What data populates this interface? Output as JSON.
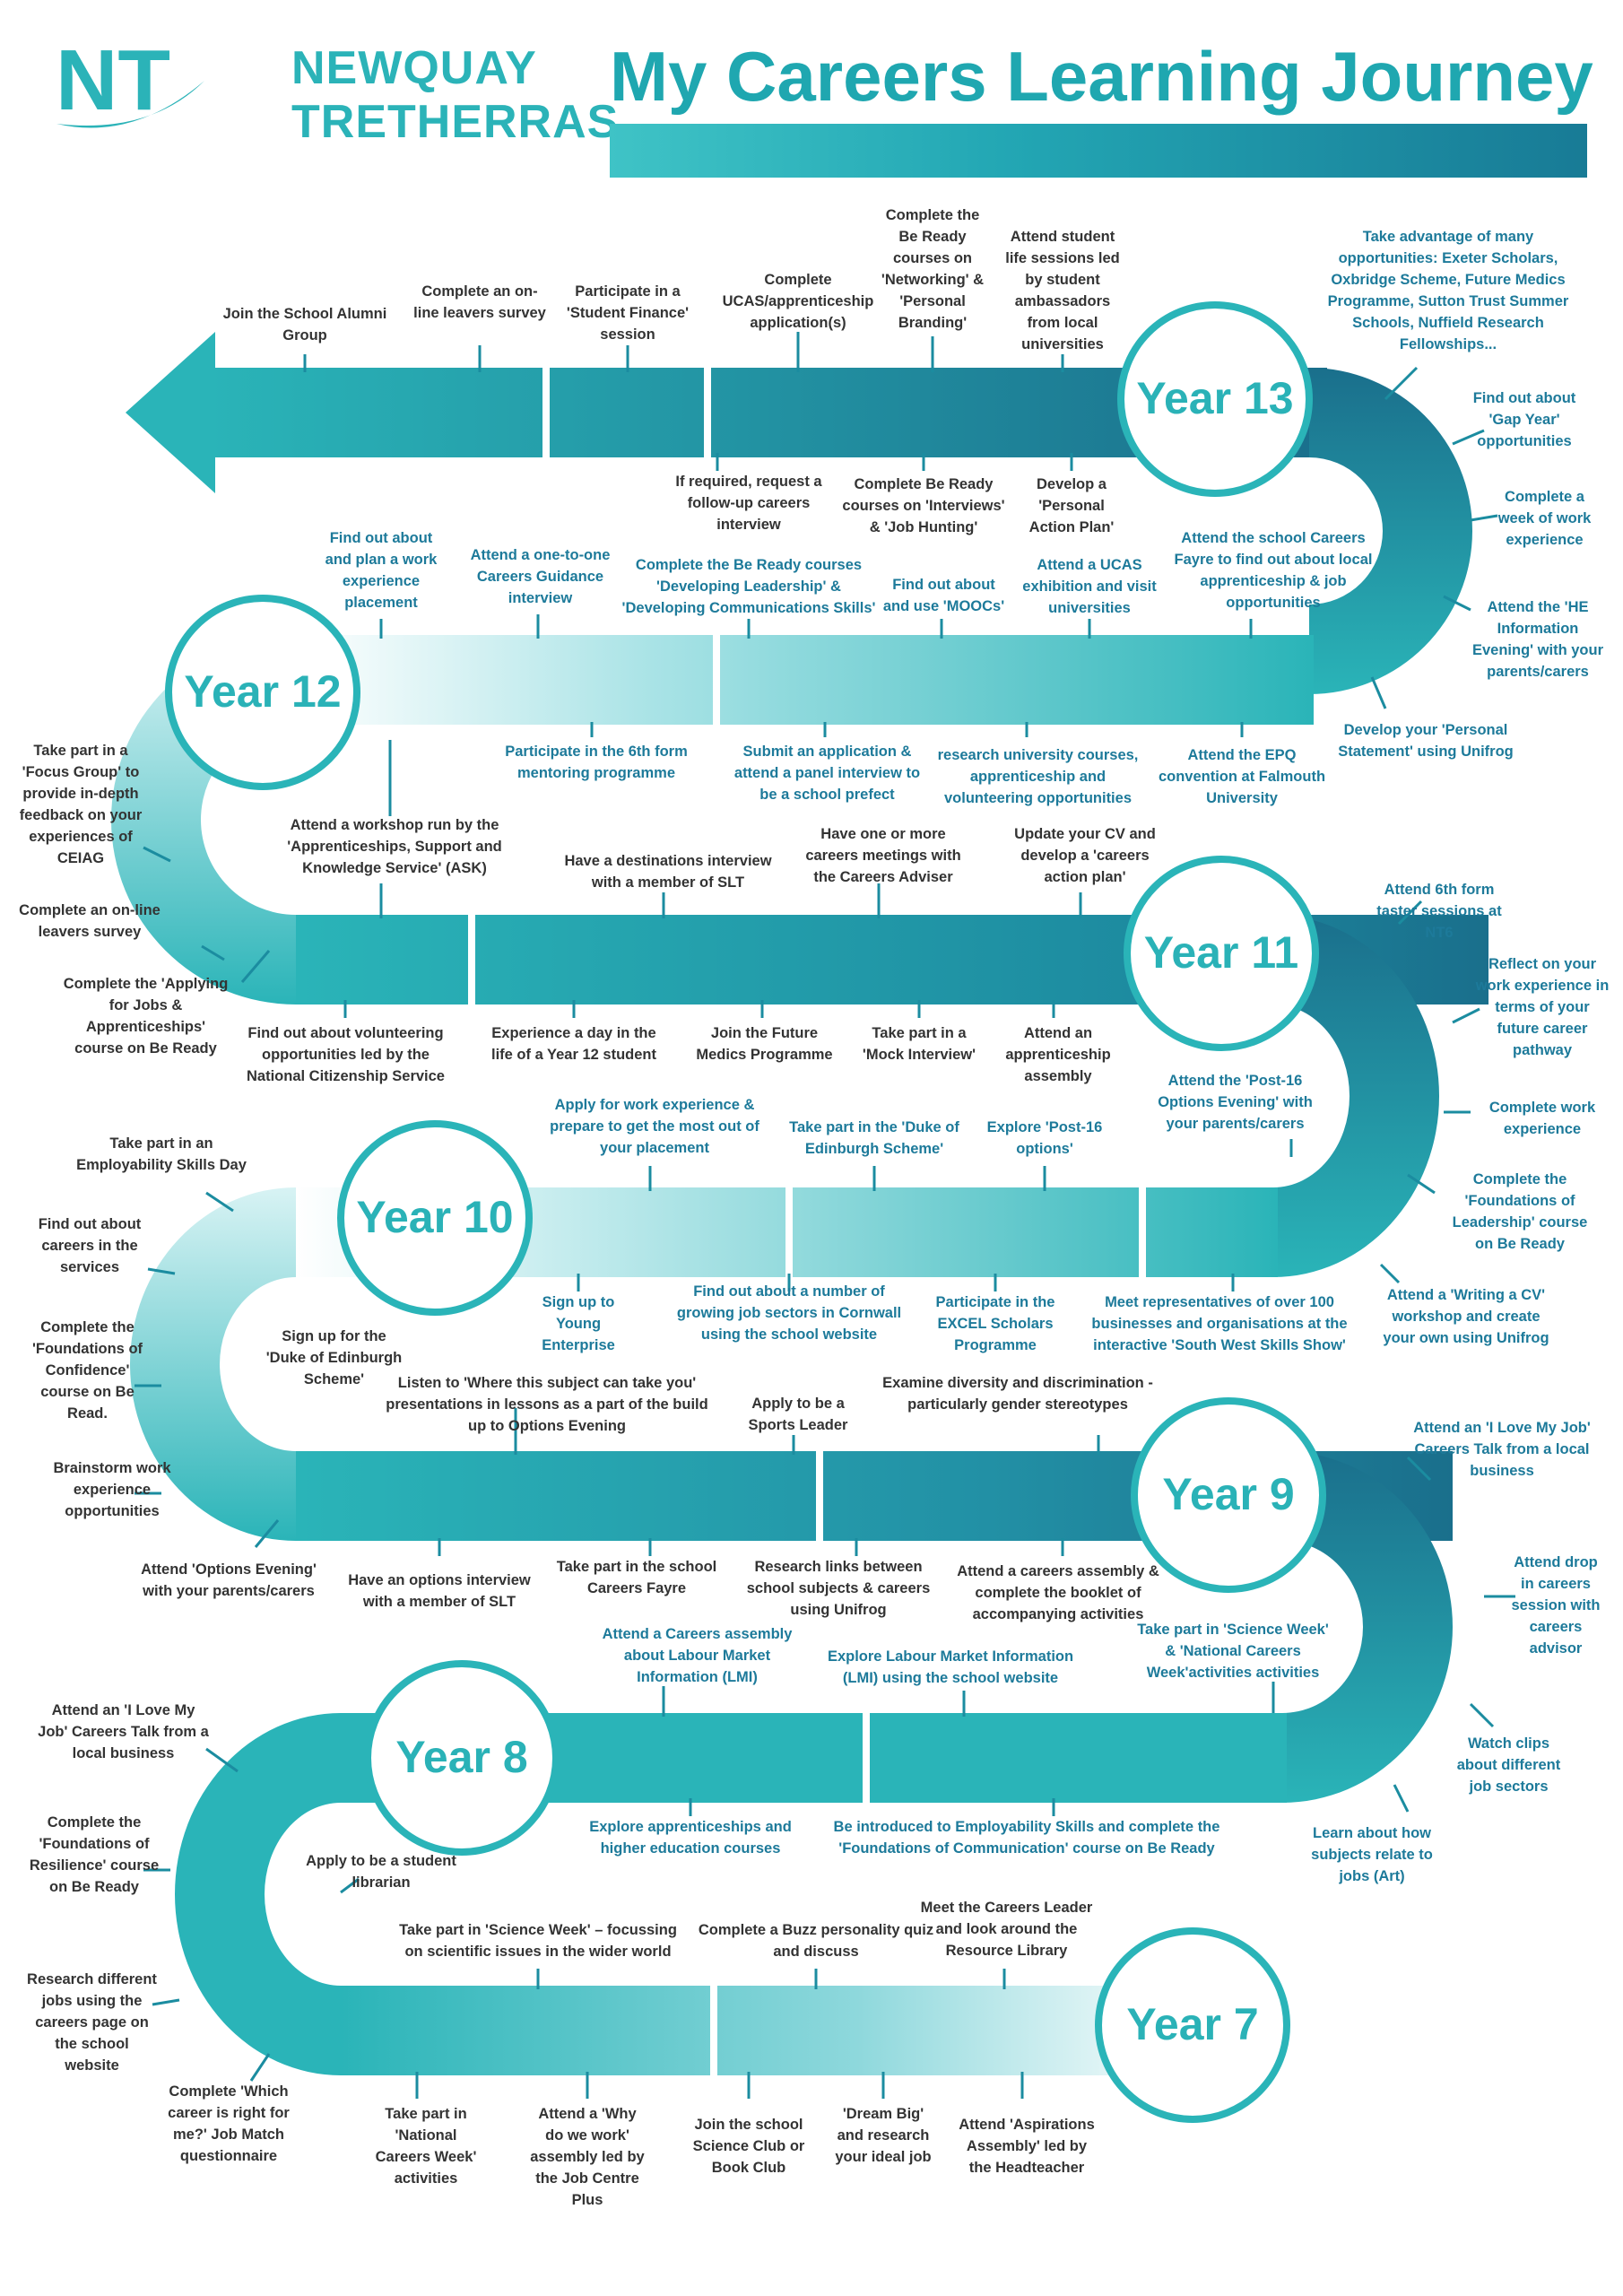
{
  "brand": {
    "logo_text": "NT",
    "school_line1": "NEWQUAY",
    "school_line2": "TRETHERRAS",
    "title": "My Careers Learning Journey"
  },
  "colors": {
    "teal": "#2bb3b8",
    "dark_teal": "#187b96",
    "label_blue": "#1d7a9a",
    "label_dark": "#333333"
  },
  "years": {
    "y13": "Year 13",
    "y12": "Year 12",
    "y11": "Year 11",
    "y10": "Year 10",
    "y9": "Year 9",
    "y8": "Year 8",
    "y7": "Year 7"
  },
  "y13_above": [
    "Join the School Alumni Group",
    "Complete an on-line leavers survey",
    "Participate in a 'Student Finance' session",
    "Complete UCAS/apprenticeship application(s)",
    "Complete the Be Ready courses on 'Networking' & 'Personal Branding'",
    "Attend student life sessions led by student ambassadors from local universities",
    "Take advantage of many opportunities: Exeter Scholars, Oxbridge Scheme, Future Medics Programme, Sutton Trust Summer Schools, Nuffield Research Fellowships..."
  ],
  "y13_below": [
    "If required, request a follow-up careers interview",
    "Complete Be Ready courses on 'Interviews' & 'Job Hunting'",
    "Develop a 'Personal Action Plan'"
  ],
  "y13_right": [
    "Find out about 'Gap Year' opportunities",
    "Complete a week of work experience",
    "Attend the 'HE Information Evening' with your parents/carers",
    "Develop your 'Personal Statement' using Unifrog"
  ],
  "y12_above": [
    "Find out about and plan a work experience placement",
    "Attend a one-to-one Careers Guidance interview",
    "Complete the Be Ready courses 'Developing Leadership' & 'Developing Communications Skills'",
    "Find out about and use 'MOOCs'",
    "Attend a UCAS exhibition and visit universities",
    "Attend the school Careers Fayre to find out about local apprenticeship & job opportunities"
  ],
  "y12_below": [
    "Participate in the 6th form mentoring programme",
    "Submit an application & attend a panel interview to be a school prefect",
    "research university courses, apprenticeship and volunteering opportunities",
    "Attend the EPQ convention at Falmouth University"
  ],
  "y12_left": [
    "Take part in a 'Focus Group' to provide in-depth feedback on your experiences of CEIAG",
    "Complete an on-line leavers survey",
    "Complete the 'Applying for Jobs & Apprenticeships' course on Be Ready"
  ],
  "y11_above": [
    "Attend a workshop run by the 'Apprenticeships, Support and Knowledge Service' (ASK)",
    "Have a destinations interview with a member of SLT",
    "Have one or more careers meetings with the Careers Adviser",
    "Update your CV and develop a 'careers action plan'"
  ],
  "y11_below": [
    "Find out about volunteering opportunities led by the National Citizenship Service",
    "Experience a day in the life of a Year 12 student",
    "Join the Future Medics Programme",
    "Take part in a 'Mock Interview'",
    "Attend an apprenticeship assembly"
  ],
  "y11_right": [
    "Attend 6th form taster sessions at NT6",
    "Reflect on your work experience in terms of your future career pathway",
    "Attend the 'Post-16 Options Evening' with your parents/carers",
    "Complete work experience",
    "Complete the 'Foundations of Leadership' course on Be Ready",
    "Attend a 'Writing a CV' workshop and create your own using Unifrog"
  ],
  "y10_above": [
    "Apply for work experience & prepare to get the most out of your placement",
    "Take part in the 'Duke of Edinburgh Scheme'",
    "Explore 'Post-16 options'"
  ],
  "y10_below": [
    "Sign up to Young Enterprise",
    "Find out about a number of growing job sectors in Cornwall using the school website",
    "Participate in the EXCEL Scholars Programme",
    "Meet representatives of over 100 businesses and organisations at the interactive 'South West Skills Show'"
  ],
  "y10_left": [
    "Take part in an Employability Skills Day",
    "Find out about careers in the services",
    "Complete the 'Foundations of Confidence' course on Be Read.",
    "Brainstorm work experience opportunities",
    "Attend 'Options Evening' with your parents/carers"
  ],
  "y9_above": [
    "Sign up for the 'Duke of Edinburgh Scheme'",
    "Listen to 'Where this subject can take you' presentations in lessons as a part of the build up to Options Evening",
    "Apply to be a Sports Leader",
    "Examine diversity and discrimination - particularly gender stereotypes"
  ],
  "y9_below": [
    "Have an options interview with a member of SLT",
    "Take part in the school Careers Fayre",
    "Research links between school subjects & careers using Unifrog",
    "Attend a careers assembly & complete the booklet of accompanying activities"
  ],
  "y9_right": [
    "Attend an 'I Love My Job' Careers Talk from a local business",
    "Attend drop in careers session with careers advisor",
    "Take part in 'Science Week' & 'National Careers Week'activities activities",
    "Watch clips about different job sectors",
    "Learn about how subjects relate to jobs (Art)"
  ],
  "y8_above": [
    "Attend a Careers assembly about Labour Market Information (LMI)",
    "Explore Labour Market Information (LMI) using the school website"
  ],
  "y8_below": [
    "Explore apprenticeships and higher education courses",
    "Be introduced to Employability Skills and complete the 'Foundations of Communication' course on Be Ready",
    "Apply to be a student librarian"
  ],
  "y8_left": [
    "Attend an 'I Love My Job' Careers Talk from a local business",
    "Complete the 'Foundations of Resilience' course on Be Ready",
    "Research different jobs using the careers page on the school website",
    "Complete 'Which career is right for me?' Job Match questionnaire"
  ],
  "y7_above": [
    "Take part in 'Science Week' – focussing on scientific issues in the wider world",
    "Complete a Buzz personality quiz and discuss",
    "Meet the Careers Leader and look around the Resource Library"
  ],
  "y7_below": [
    "Take part in 'National Careers Week' activities",
    "Attend a 'Why do we work' assembly led by the Job Centre Plus",
    "Join the school Science Club or Book Club",
    "'Dream Big' and research your ideal job",
    "Attend 'Aspirations Assembly' led by the Headteacher"
  ]
}
